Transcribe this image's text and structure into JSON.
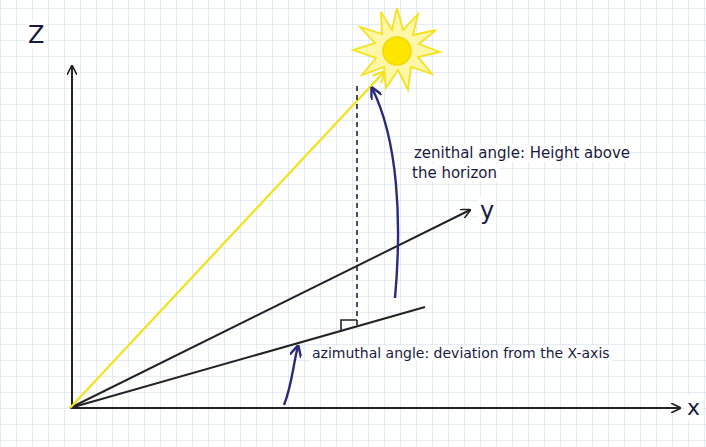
{
  "diagram": {
    "labels": [
      "Z",
      "y",
      "zenithal angle: Height above the horizon",
      "azimuthal angle: deviation from the X-axis",
      "x"
    ]
  }
}
